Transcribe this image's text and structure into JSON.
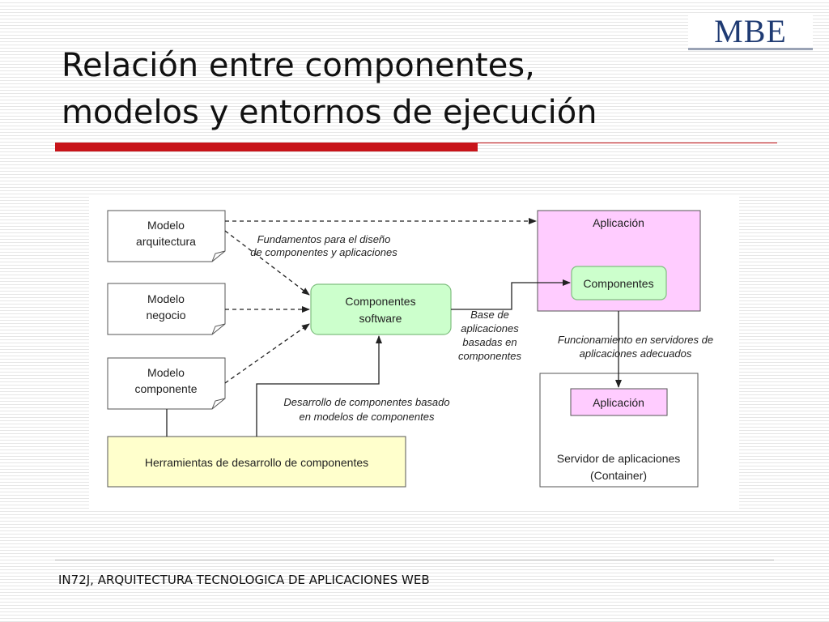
{
  "logo": {
    "text": "MBE"
  },
  "slide": {
    "title_lines": [
      "Relación entre componentes,",
      "modelos  y entornos de ejecución"
    ]
  },
  "diagram": {
    "boxes": {
      "modelo_arquitectura": [
        "Modelo",
        "arquitectura"
      ],
      "modelo_negocio": [
        "Modelo",
        "negocio"
      ],
      "modelo_componente": [
        "Modelo",
        "componente"
      ],
      "componentes_software": [
        "Componentes",
        "software"
      ],
      "herramientas": "Herramientas de desarrollo de componentes",
      "aplicacion_top": "Aplicación",
      "componentes_inner": "Componentes",
      "aplicacion_server": "Aplicación",
      "servidor": [
        "Servidor de aplicaciones",
        "(Container)"
      ]
    },
    "annotations": {
      "fundamentos": [
        "Fundamentos para el diseño",
        "de componentes y aplicaciones"
      ],
      "base": [
        "Base de",
        "aplicaciones",
        "basadas en",
        "componentes"
      ],
      "funcionamiento": [
        "Funcionamiento en servidores de",
        "aplicaciones adecuados"
      ],
      "desarrollo": [
        "Desarrollo de componentes basado",
        "en modelos de componentes"
      ]
    },
    "colors": {
      "green_fill": "#ccffcc",
      "green_stroke": "#7fbf7f",
      "pink_fill": "#ffccff",
      "yellow_fill": "#ffffcc",
      "line": "#222222"
    }
  },
  "footer": {
    "text": "IN72J, ARQUITECTURA TECNOLOGICA DE APLICACIONES WEB"
  }
}
